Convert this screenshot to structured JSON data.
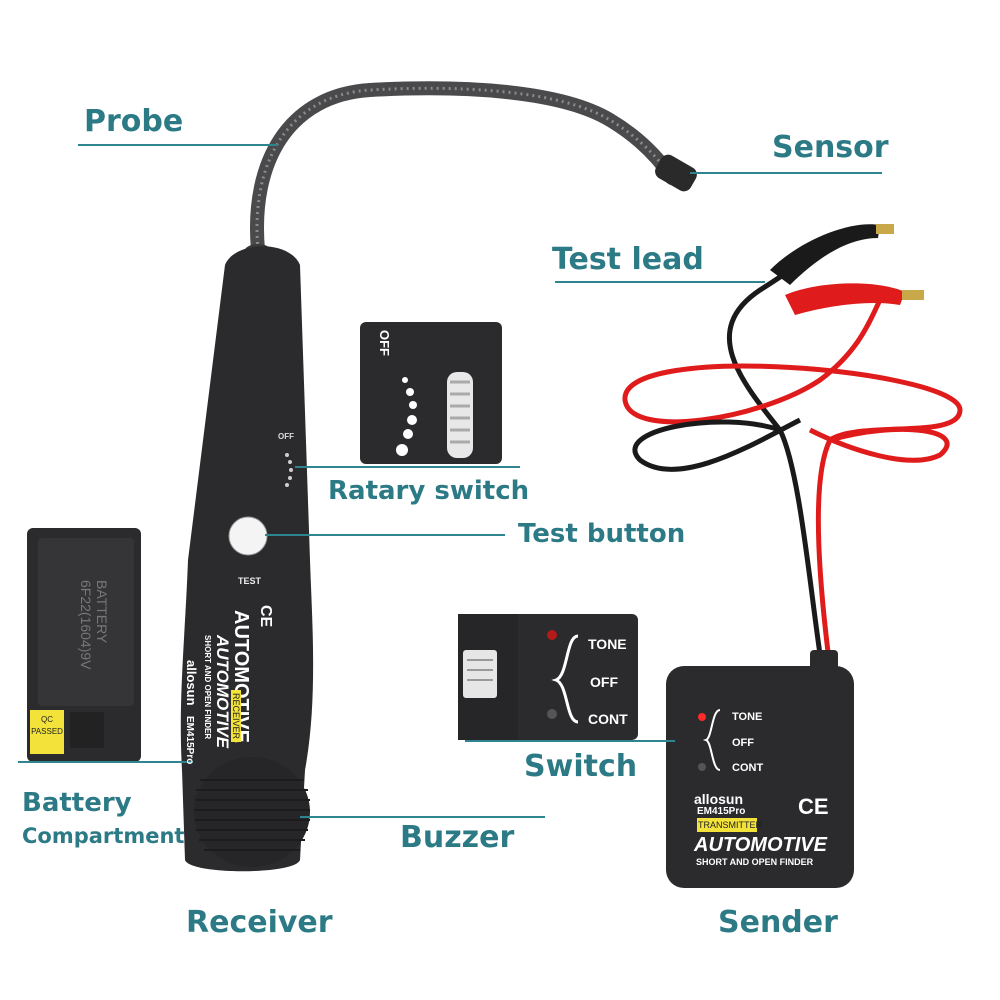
{
  "labels": {
    "probe": "Probe",
    "sensor": "Sensor",
    "test_lead": "Test lead",
    "rotary_switch": "Ratary switch",
    "test_button": "Test button",
    "switch": "Switch",
    "battery_line1": "Battery",
    "battery_line2": "Compartment",
    "buzzer": "Buzzer",
    "receiver": "Receiver",
    "sender": "Sender"
  },
  "receiver_device": {
    "brand": "allosun",
    "model": "EM415Pro",
    "tag": "RECEIVER",
    "title": "AUTOMOTIVE",
    "subtitle": "SHORT AND OPEN FINDER",
    "ce": "CE",
    "test": "TEST",
    "off": "OFF"
  },
  "sender_device": {
    "brand": "allosun",
    "model": "EM415Pro",
    "tag": "TRANSMITTER",
    "title": "AUTOMOTIVE",
    "subtitle": "SHORT AND OPEN FINDER",
    "ce": "CE",
    "tone": "TONE",
    "off": "OFF",
    "cont": "CONT"
  },
  "switch_inset": {
    "tone": "TONE",
    "off": "OFF",
    "cont": "CONT"
  },
  "rotary_inset": {
    "off": "OFF"
  },
  "battery_inset": {
    "text1": "BATTERY",
    "text2": "6F22(1604)9V",
    "qc1": "QC",
    "qc2": "PASSED"
  },
  "colors": {
    "accent": "#2c7a85",
    "device": "#2b2b2d",
    "lead_red": "#e01b1b",
    "tag_yellow": "#f2e23a"
  }
}
